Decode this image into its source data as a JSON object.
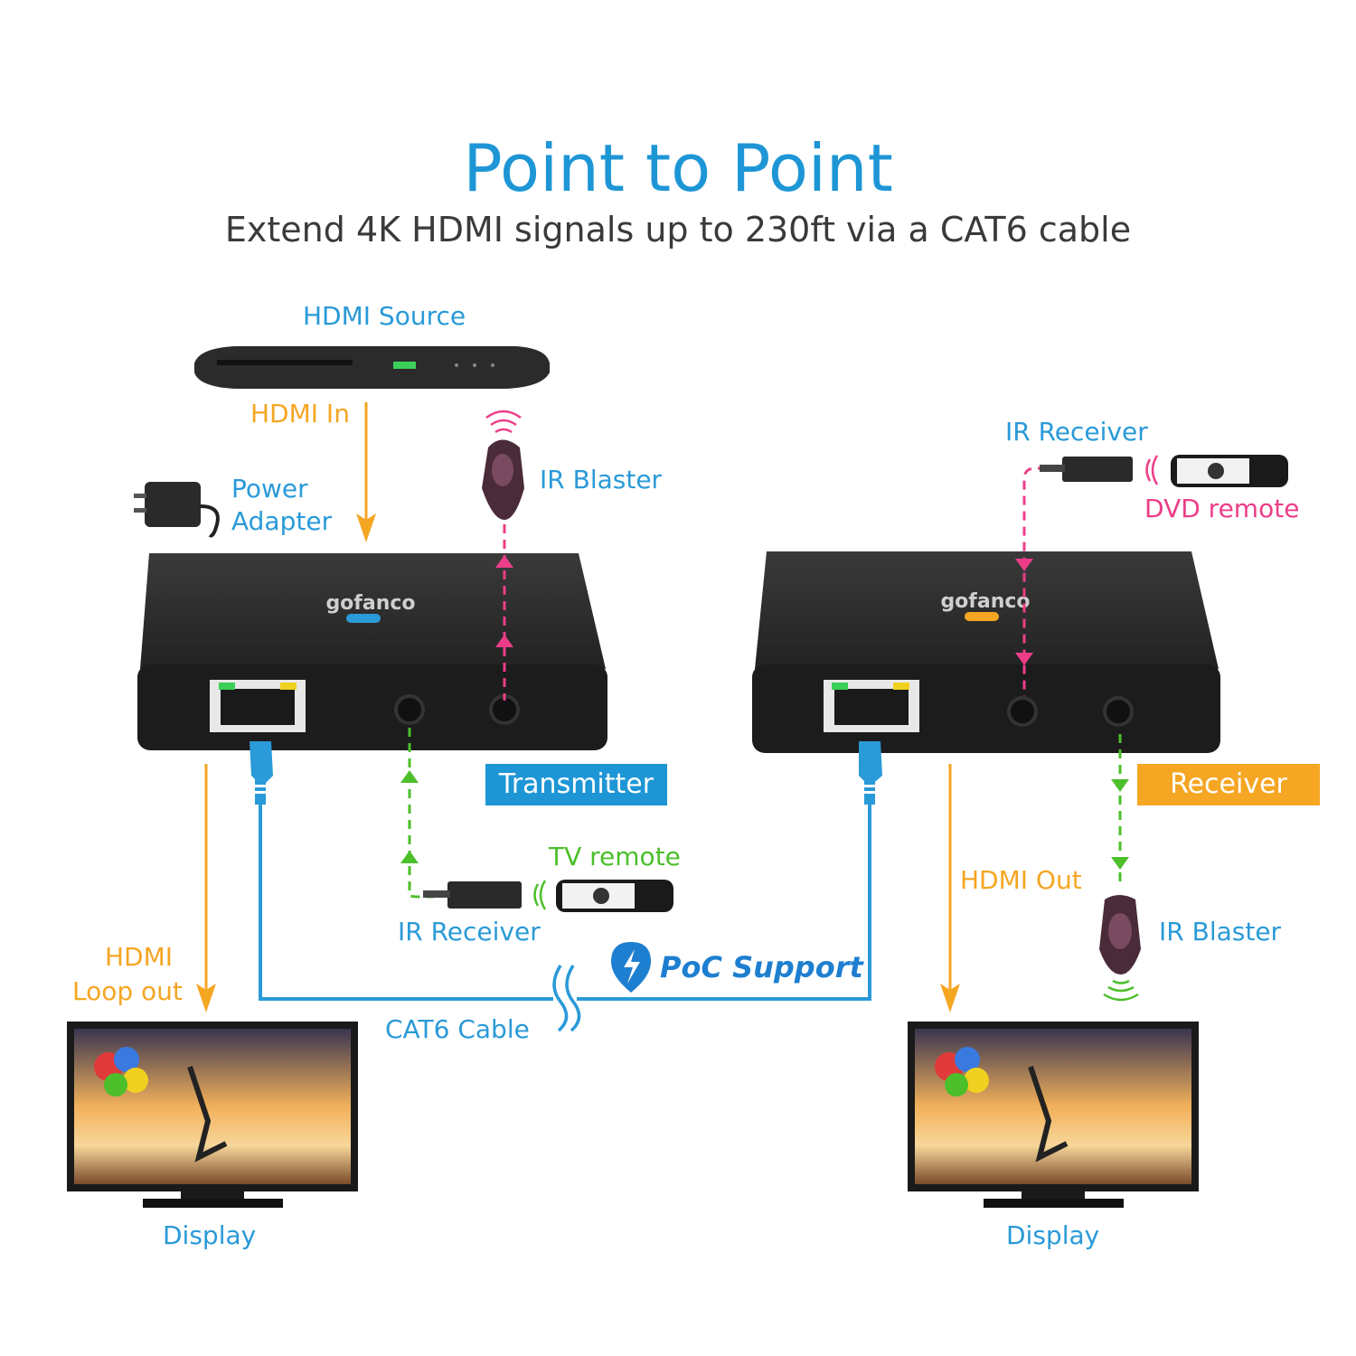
{
  "title": "Point to Point",
  "subtitle": "Extend 4K HDMI signals up to 230ft via a CAT6 cable",
  "labels": {
    "hdmi_source": "HDMI Source",
    "hdmi_in": "HDMI In",
    "power_adapter": [
      "Power",
      "Adapter"
    ],
    "ir_blaster_tx": "IR Blaster",
    "ir_receiver_rx": "IR Receiver",
    "dvd_remote": "DVD remote",
    "transmitter": "Transmitter",
    "receiver": "Receiver",
    "tv_remote": "TV remote",
    "ir_receiver_tx": "IR Receiver",
    "hdmi_loop_out": [
      "HDMI",
      "Loop out"
    ],
    "poc_support": "PoC Support",
    "cat6_cable": "CAT6 Cable",
    "hdmi_out": "HDMI Out",
    "ir_blaster_rx": "IR Blaster",
    "display_left": "Display",
    "display_right": "Display"
  },
  "colors": {
    "blue": "#1e96d6",
    "orange": "#f5a623",
    "green": "#4cbf2a",
    "pink": "#ec3e88",
    "device": "#1c1c1c"
  },
  "icons": [
    "hdmi-source-box-icon",
    "power-adapter-icon",
    "ir-blaster-icon",
    "ir-receiver-icon",
    "remote-control-icon",
    "rj45-plug-icon",
    "display-icon",
    "poc-bolt-icon"
  ]
}
